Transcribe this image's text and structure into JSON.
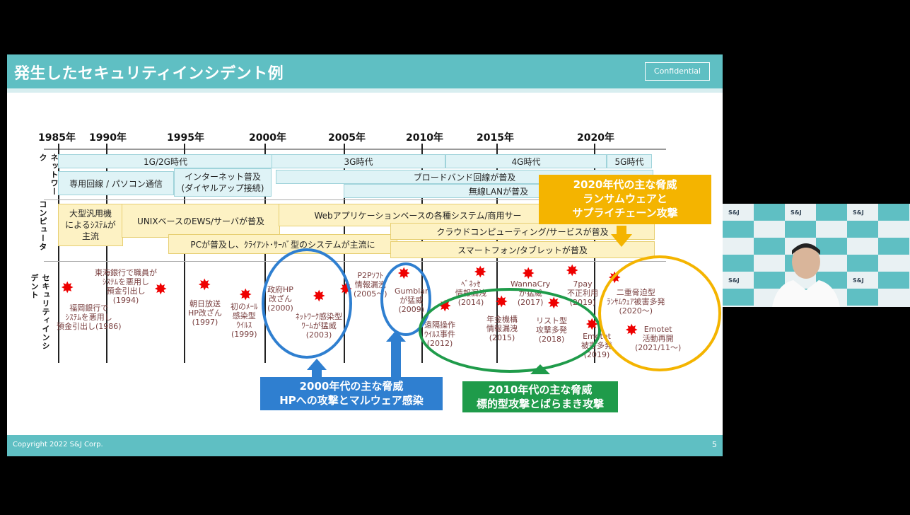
{
  "slide": {
    "title": "発生したセキュリティインシデント例",
    "confidential": "Confidential",
    "footer": "Copyright 2022 S&J Corp.",
    "page_number": "5"
  },
  "years": [
    "1985年",
    "1990年",
    "1995年",
    "2000年",
    "2005年",
    "2010年",
    "2015年",
    "2020年"
  ],
  "sections": {
    "network": "ネットワーク",
    "computer": "コンピュータ",
    "security": "セキュリティインシデント"
  },
  "network": {
    "gen_1g2g": "1G/2G時代",
    "gen_3g": "3G時代",
    "gen_4g": "4G時代",
    "gen_5g": "5G時代",
    "dedicated": "専用回線 / パソコン通信",
    "internet": "インターネット普及\n(ダイヤルアップ接続)",
    "broadband": "ブロードバンド回線が普及",
    "wireless": "無線LANが普及"
  },
  "computer": {
    "mainframe": "大型汎用機\nによるｼｽﾃﾑが\n主流",
    "unix": "UNIXベースのEWS/サーバが普及",
    "web": "Webアプリケーションベースの各種システム/商用サー",
    "pc": "PCが普及し、ｸﾗｲｱﾝﾄ･ｻｰﾊﾞ型のシステムが主流に",
    "cloud": "クラウドコンピューティング/サービスが普及",
    "smartphone": "スマートフォン/タブレットが普及"
  },
  "incidents": [
    "福岡銀行で\nｼｽﾃﾑを悪用し\n預金引出し(1986)",
    "東海銀行で職員が\nｼｽﾃﾑを悪用し\n預金引出し\n(1994)",
    "朝日放送\nHP改ざん\n(1997)",
    "初のﾒｰﾙ\n感染型\nｳｲﾙｽ\n(1999)",
    "政府HP\n改ざん\n(2000)",
    "ﾈｯﾄﾜｰｸ感染型\nﾜｰﾑが猛威\n(2003)",
    "P2Pｿﾌﾄ\n情報漏洩\n(2005～)",
    "Gumblar\nが猛威\n(2009)",
    "遠隔操作\nｳｲﾙｽ事件\n(2012)",
    "ﾍﾞﾈｯｾ\n情報漏洩\n(2014)",
    "年金機構\n情報漏洩\n(2015)",
    "WannaCry\nが猛威\n(2017)",
    "7pay\n不正利用\n(2019)",
    "リスト型\n攻撃多発\n(2018)",
    "Emotet\n被害多発\n(2019)",
    "二重脅迫型\nﾗﾝｻﾑｳｪｱ被害多発\n(2020～)",
    "Emotet\n活動再開\n(2021/11～)"
  ],
  "callouts": {
    "c2000_l1": "2000年代の主な脅威",
    "c2000_l2": "HPへの攻撃とマルウェア感染",
    "c2010_l1": "2010年代の主な脅威",
    "c2010_l2": "標的型攻撃とばらまき攻撃",
    "c2020_l1": "2020年代の主な脅威",
    "c2020_l2": "ランサムウェアと",
    "c2020_l3": "サプライチェーン攻撃"
  },
  "video": {
    "logo_text": "S&J"
  },
  "colors": {
    "teal": "#5fbfc3",
    "blue": "#2f7fd0",
    "green": "#1f9b4a",
    "yellow": "#f4b400",
    "star": "#e00000"
  }
}
